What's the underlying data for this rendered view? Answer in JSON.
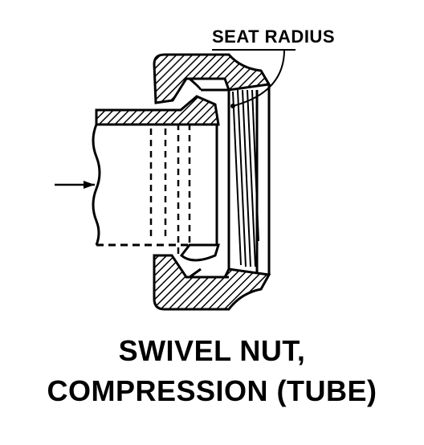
{
  "callout": {
    "label": "SEAT RADIUS"
  },
  "caption": {
    "line1": "SWIVEL NUT,",
    "line2": "COMPRESSION (TUBE)"
  }
}
